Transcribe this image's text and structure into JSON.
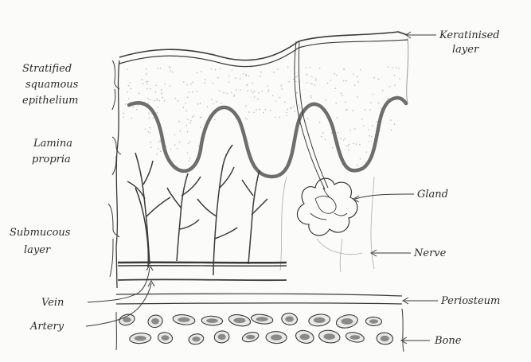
{
  "diagram": {
    "labels": {
      "keratinised": [
        "Keratinised",
        "layer"
      ],
      "stratified": [
        "Stratified",
        "squamous",
        "epithelium"
      ],
      "lamina": [
        "Lamina",
        "propria"
      ],
      "submucous": [
        "Submucous",
        "layer"
      ],
      "vein": "Vein",
      "artery": "Artery",
      "gland": "Gland",
      "nerve": "Nerve",
      "periosteum": "Periosteum",
      "bone": "Bone"
    },
    "colors": {
      "ink": "#3a3a3a",
      "epithelium_band": "#6e6e6e",
      "stipple": "#bdbdbd",
      "background": "#fbfbfa"
    }
  }
}
